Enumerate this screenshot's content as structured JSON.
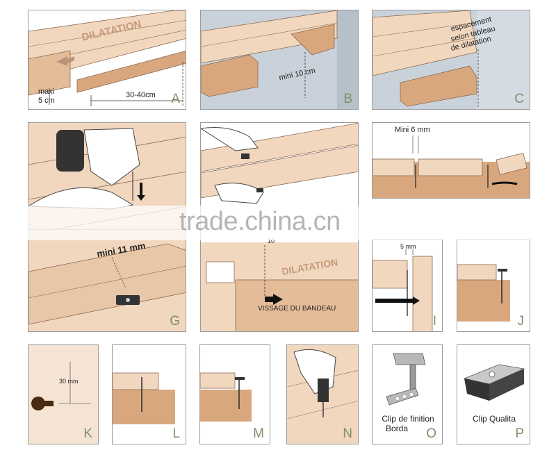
{
  "panels": {
    "a": {
      "letter": "A",
      "word": "DILATATION",
      "dist1": "maxi",
      "dist2": "5 cm",
      "dist3": "30-40cm"
    },
    "b": {
      "letter": "B",
      "dist": "mini 10 cm"
    },
    "c": {
      "letter": "C",
      "note1": "espacement",
      "note2": "selon tableau",
      "note3": "de dilatation"
    },
    "d": {
      "letter": ""
    },
    "e": {
      "letter": ""
    },
    "f": {
      "letter": "",
      "dist": "Mini 6 mm"
    },
    "g": {
      "letter": "G",
      "dist": "mini 11 mm"
    },
    "h": {
      "letter": "",
      "dist": "10",
      "word": "DILATATION",
      "caption": "VISSAGE DU BANDEAU"
    },
    "i": {
      "letter": "I",
      "dist": "5 mm"
    },
    "j": {
      "letter": "J"
    },
    "k": {
      "letter": "K",
      "dist": "30 mm"
    },
    "l": {
      "letter": "L"
    },
    "m": {
      "letter": "M"
    },
    "n": {
      "letter": "N"
    },
    "o": {
      "letter": "O",
      "caption1": "Clip de finition",
      "caption2": "Borda"
    },
    "p": {
      "letter": "P",
      "caption": "Clip Qualita"
    }
  },
  "watermark": "trade.china.cn",
  "colors": {
    "wood": "#f2d7bf",
    "wood_dark": "#d9a77e",
    "steel": "#c9d2da",
    "label": "#7d8f6a",
    "screw": "#333333"
  }
}
